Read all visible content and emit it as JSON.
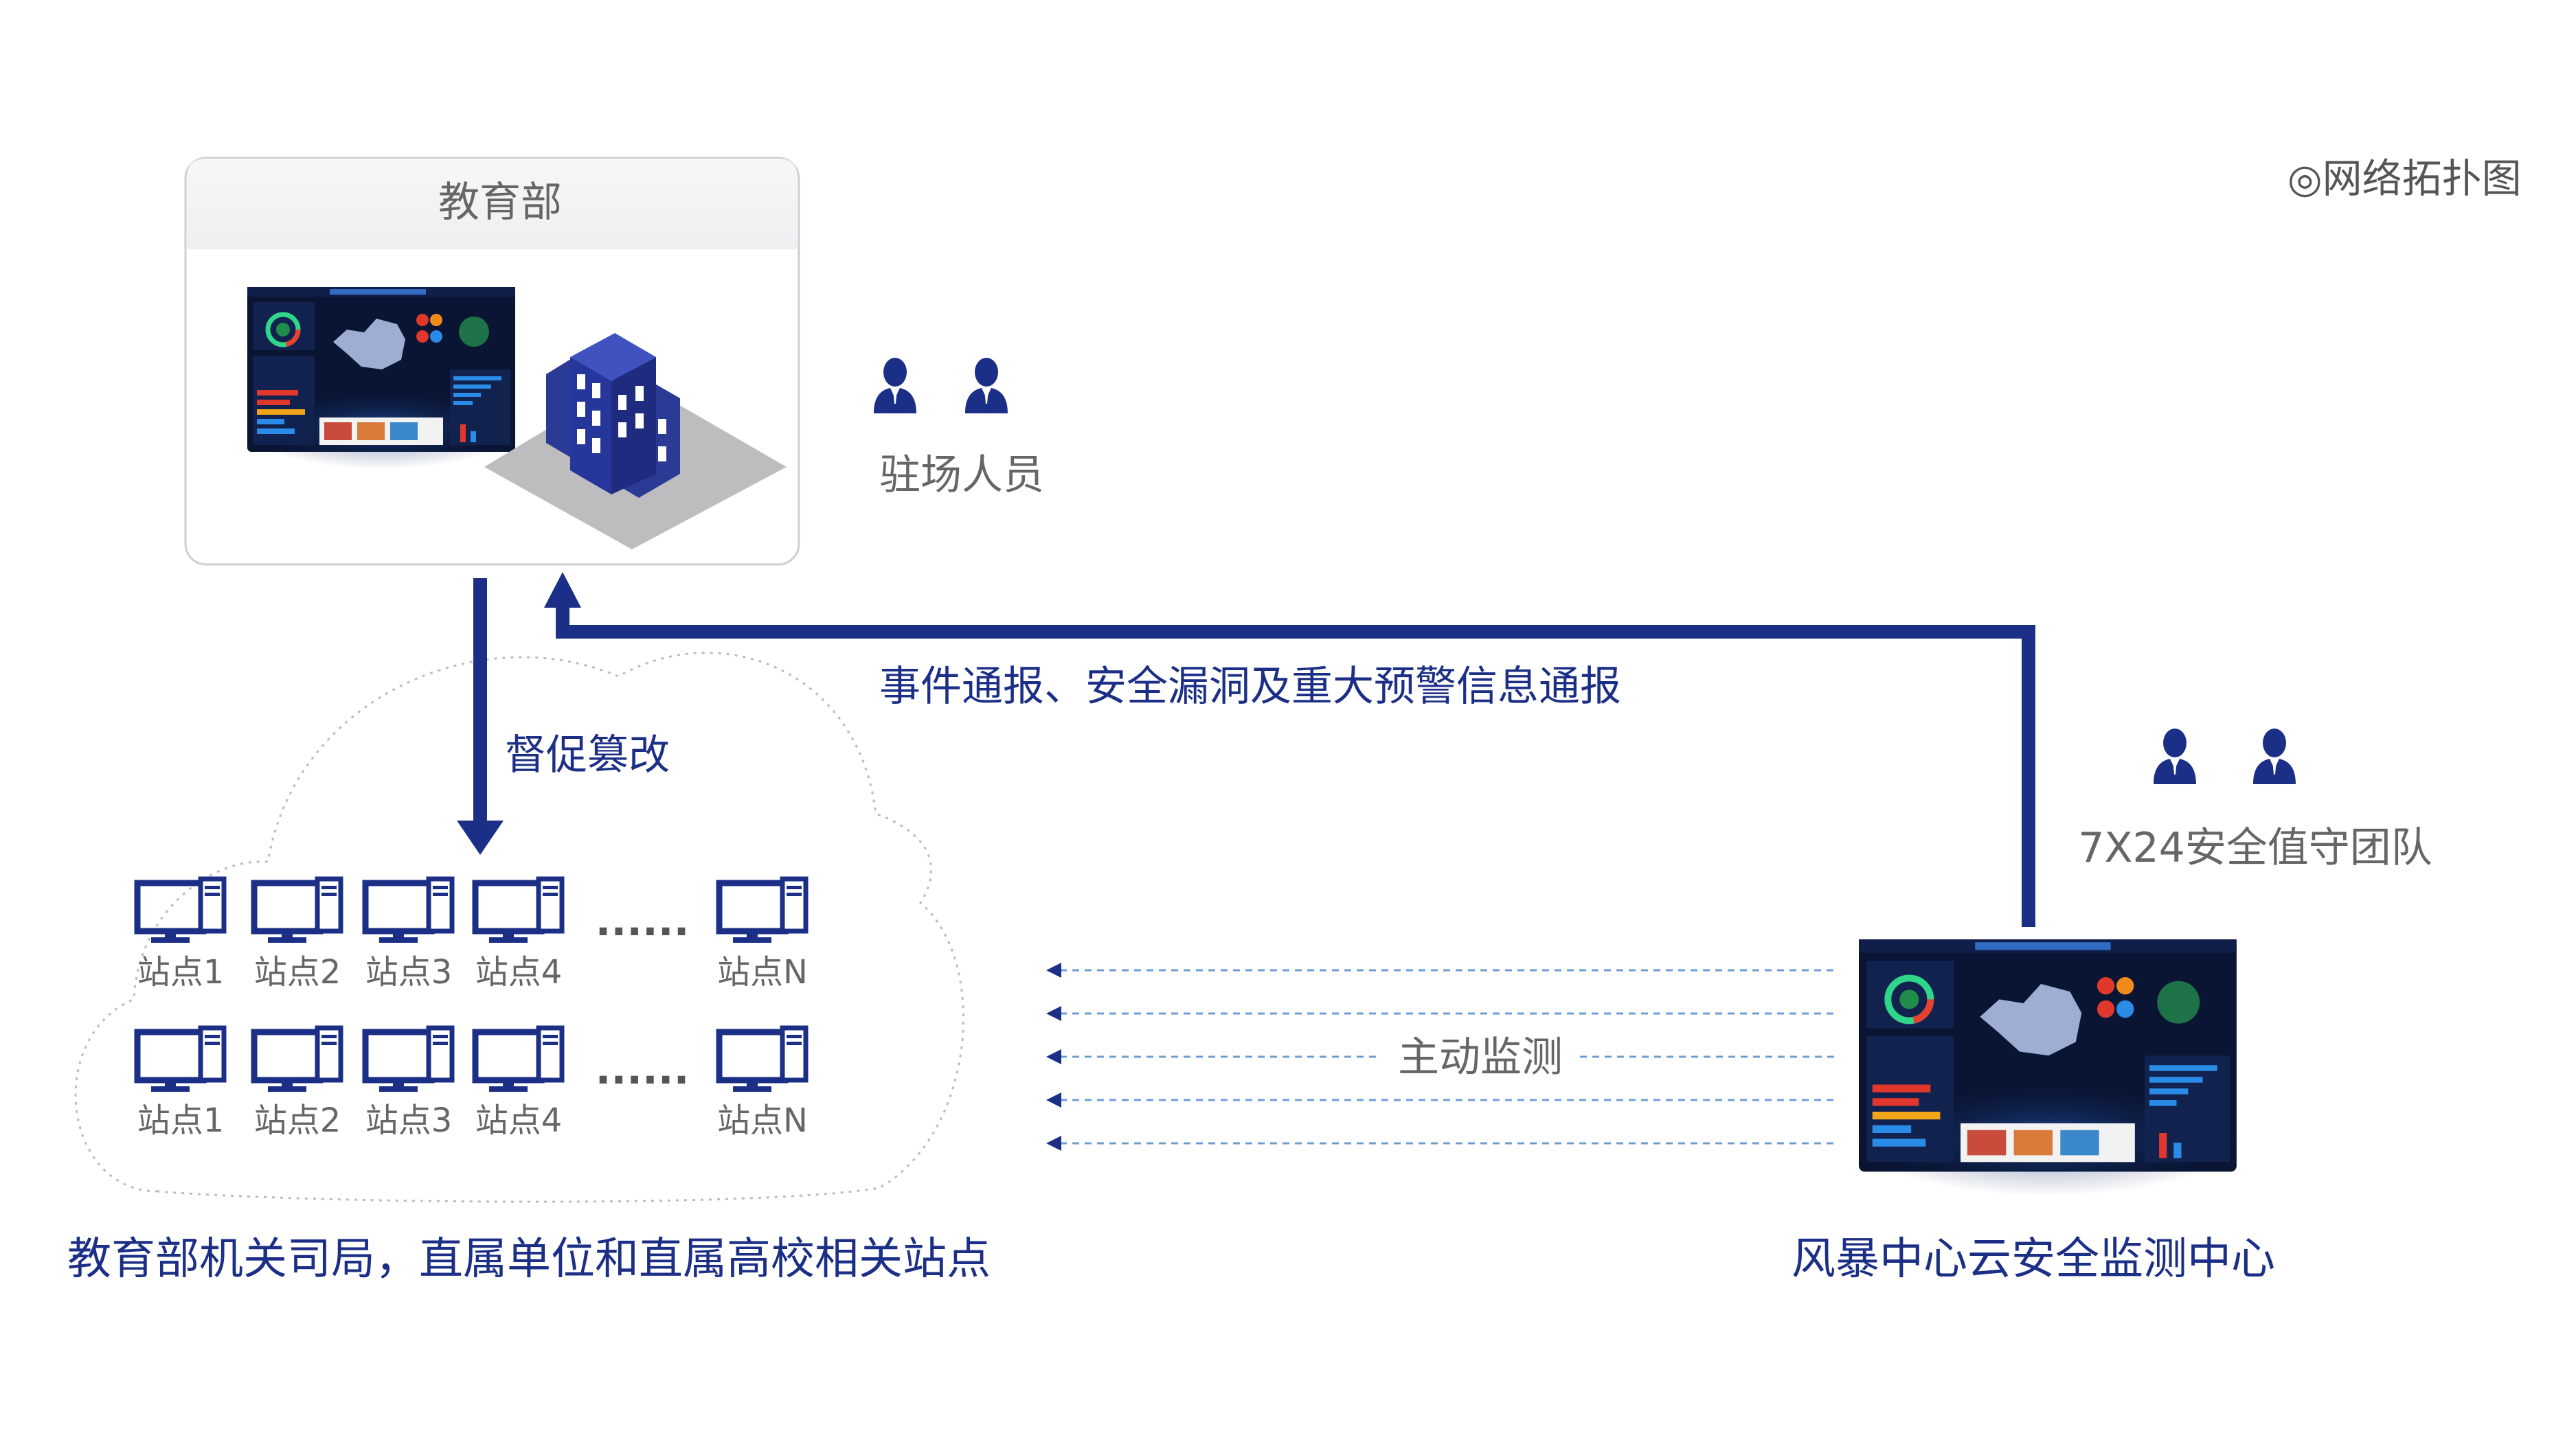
{
  "corner_title": "◎网络拓扑图",
  "ministry": {
    "title": "教育部"
  },
  "onsite_staff": {
    "label": "驻场人员"
  },
  "report_arrow": {
    "label": "事件通报、安全漏洞及重大预警信息通报"
  },
  "supervise_arrow": {
    "label": "督促篡改"
  },
  "duty_team": {
    "label": "7X24安全值守团队"
  },
  "monitor": {
    "label": "主动监测"
  },
  "sites": {
    "rows": [
      [
        "站点1",
        "站点2",
        "站点3",
        "站点4",
        "站点N"
      ],
      [
        "站点1",
        "站点2",
        "站点3",
        "站点4",
        "站点N"
      ]
    ],
    "ellipsis": "......"
  },
  "sites_caption": "教育部机关司局，直属单位和直属高校相关站点",
  "center_caption": "风暴中心云安全监测中心",
  "colors": {
    "navy": "#1c2f86",
    "gray_text": "#666666",
    "dash": "#6d9fd6"
  }
}
